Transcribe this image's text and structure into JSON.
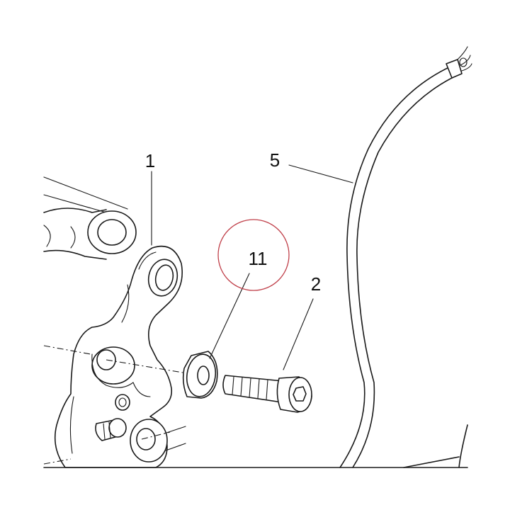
{
  "callouts": {
    "part_1": "1",
    "part_2": "2",
    "part_5": "5",
    "part_11": "11"
  },
  "colors": {
    "line": "#1a1a1a",
    "highlight_circle": "#c0404a",
    "background": "#ffffff"
  }
}
